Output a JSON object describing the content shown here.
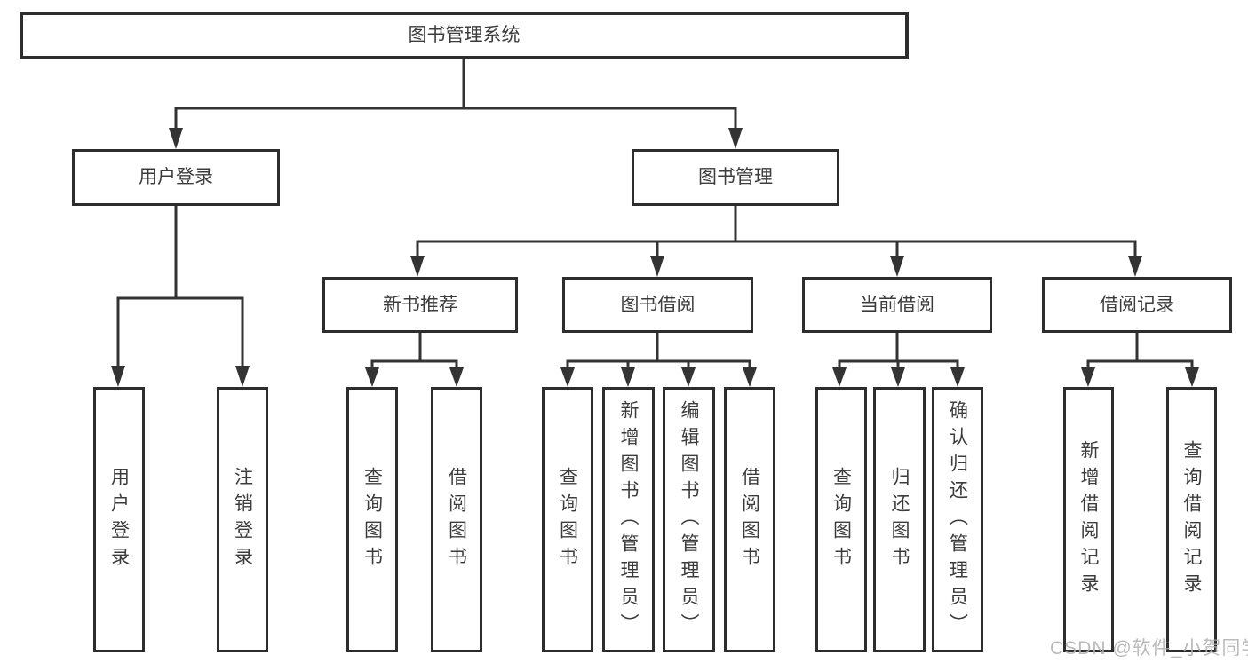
{
  "diagram": {
    "title": "图书管理系统",
    "colors": {
      "line": "#333333",
      "border": "#2d2d2d",
      "text": "#3c3c3c",
      "background": "#ffffff",
      "watermark": "#aeaeae"
    },
    "tree": {
      "root": {
        "label": "图书管理系统",
        "children": [
          {
            "label": "用户登录",
            "children": [
              {
                "label": "用户登录"
              },
              {
                "label": "注销登录"
              }
            ]
          },
          {
            "label": "图书管理",
            "children": [
              {
                "label": "新书推荐",
                "children": [
                  {
                    "label": "查询图书"
                  },
                  {
                    "label": "借阅图书"
                  }
                ]
              },
              {
                "label": "图书借阅",
                "children": [
                  {
                    "label": "查询图书"
                  },
                  {
                    "label": "新增图书（管理员）"
                  },
                  {
                    "label": "编辑图书（管理员）"
                  },
                  {
                    "label": "借阅图书"
                  }
                ]
              },
              {
                "label": "当前借阅",
                "children": [
                  {
                    "label": "查询图书"
                  },
                  {
                    "label": "归还图书"
                  },
                  {
                    "label": "确认归还（管理员）"
                  }
                ]
              },
              {
                "label": "借阅记录",
                "children": [
                  {
                    "label": "新增借阅记录"
                  },
                  {
                    "label": "查询借阅记录"
                  }
                ]
              }
            ]
          }
        ]
      }
    },
    "watermark": {
      "text": "CSDN @软件_小贺同学"
    }
  }
}
